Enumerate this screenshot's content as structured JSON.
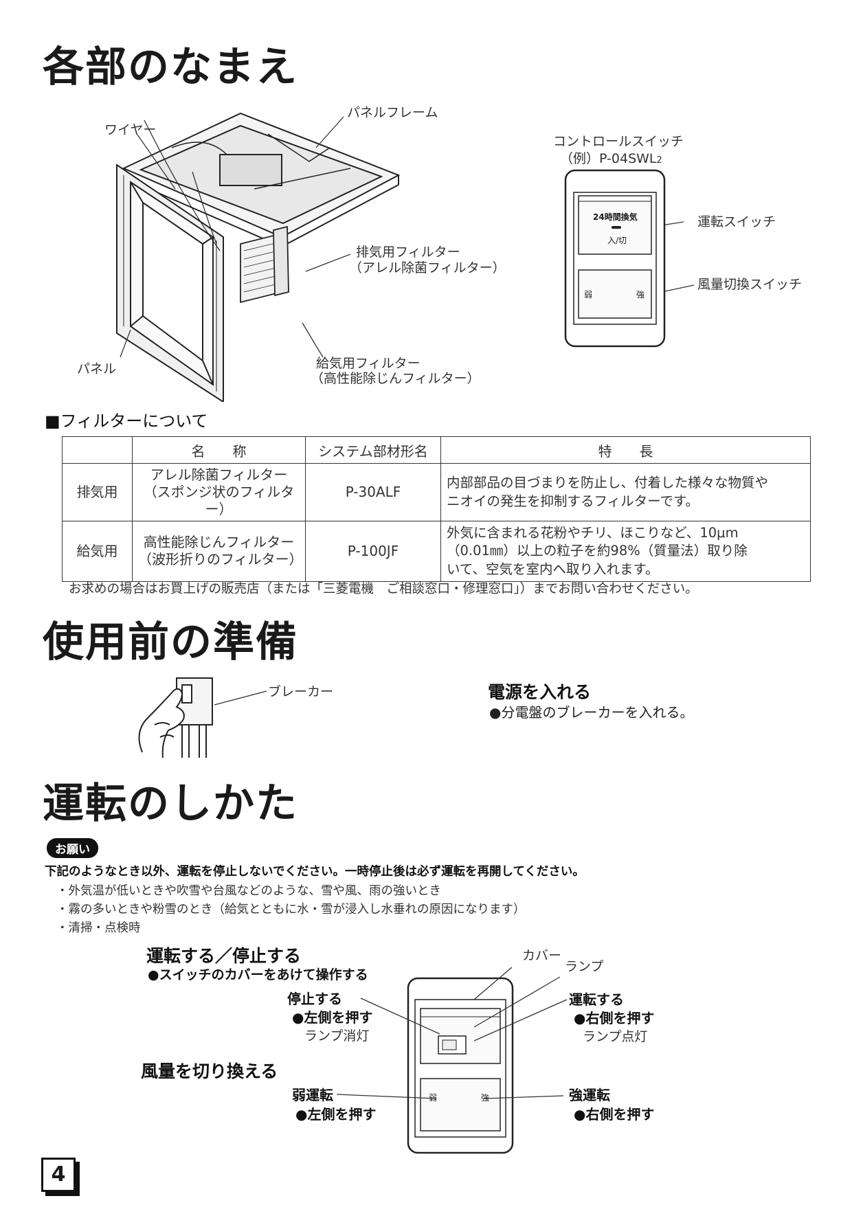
{
  "page_number": "4",
  "section1": {
    "title": "各部のなまえ",
    "labels": {
      "wire": "ワイヤー",
      "panel_frame": "パネルフレーム",
      "exhaust_filter": "排気用フィルター",
      "exhaust_filter_sub": "（アレル除菌フィルター）",
      "panel": "パネル",
      "supply_filter": "給気用フィルター",
      "supply_filter_sub": "（高性能除じんフィルター）",
      "control_switch": "コントロールスイッチ",
      "control_switch_model": "（例）P-04SWL",
      "control_switch_model_sub": "2",
      "run_switch": "運転スイッチ",
      "airflow_switch": "風量切換スイッチ",
      "switch_24h": "24時間換気",
      "switch_onoff": "入/切",
      "switch_weak": "弱",
      "switch_strong": "強"
    }
  },
  "filter_section": {
    "heading": "■フィルターについて",
    "columns": [
      "",
      "名　　称",
      "システム部材形名",
      "特　　長"
    ],
    "rows": [
      {
        "use": "排気用",
        "name1": "アレル除菌フィルター",
        "name2": "（スポンジ状のフィルター）",
        "model": "P-30ALF",
        "desc1": "内部部品の目づまりを防止し、付着した様々な物質や",
        "desc2": "ニオイの発生を抑制するフィルターです。",
        "desc3": ""
      },
      {
        "use": "給気用",
        "name1": "高性能除じんフィルター",
        "name2": "（波形折りのフィルター）",
        "model": "P-100JF",
        "desc1": "外気に含まれる花粉やチリ、ほこりなど、10μm",
        "desc2": "（0.01㎜）以上の粒子を約98%（質量法）取り除",
        "desc3": "いて、空気を室内へ取り入れます。"
      }
    ],
    "note": "お求めの場合はお買上げの販売店（または「三菱電機　ご相談窓口・修理窓口」）までお問い合わせください。"
  },
  "section2": {
    "title": "使用前の準備",
    "breaker_label": "ブレーカー",
    "power_heading": "電源を入れる",
    "power_item": "●分電盤のブレーカーを入れる。"
  },
  "section3": {
    "title": "運転のしかた",
    "request_badge": "お願い",
    "request_text": "下記のようなとき以外、運転を停止しないでください。一時停止後は必ず運転を再開してください。",
    "bullets": [
      "・外気温が低いときや吹雪や台風などのような、雪や風、雨の強いとき",
      "・霧の多いときや粉雪のとき（給気とともに水・雪が浸入し水垂れの原因になります）",
      "・清掃・点検時"
    ],
    "runstop_heading": "運転する／停止する",
    "runstop_sub": "●スイッチのカバーをあけて操作する",
    "stop_label": "停止する",
    "stop_action": "●左側を押す",
    "stop_note": "ランプ消灯",
    "cover_label": "カバー",
    "lamp_label": "ランプ",
    "run_label": "運転する",
    "run_action": "●右側を押す",
    "run_note": "ランプ点灯",
    "airflow_heading": "風量を切り換える",
    "weak_label": "弱運転",
    "weak_action": "●左側を押す",
    "strong_label": "強運転",
    "strong_action": "●右側を押す",
    "sw_weak": "弱",
    "sw_strong": "強"
  }
}
